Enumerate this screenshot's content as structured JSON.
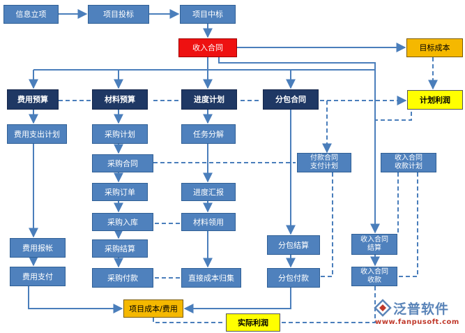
{
  "nodes": {
    "xinxi": "信息立项",
    "toubiao": "项目投标",
    "zhongbiao": "项目中标",
    "shouru_hetong": "收入合同",
    "mubiao_chengben": "目标成本",
    "feiyong_yusuan": "费用预算",
    "cailiao_yusuan": "材料预算",
    "jindu_jihua": "进度计划",
    "fenbao_hetong": "分包合同",
    "jihua_lirun": "计划利润",
    "feiyong_zhichu": "费用支出计划",
    "caigou_jihua": "采购计划",
    "renwu_fenjie": "任务分解",
    "caigou_hetong": "采购合同",
    "fukuan_hetong": "付款合同\n支付计划",
    "shoukuan_jihua": "收入合同\n收款计划",
    "caigou_dingdan": "采购订单",
    "jindu_huibao": "进度汇报",
    "caigou_ruku": "采购入库",
    "cailiao_lingyong": "材料领用",
    "feiyong_baozhang": "费用报帐",
    "caigou_jiesuan": "采购结算",
    "fenbao_jiesuan": "分包结算",
    "shouru_jiesuan": "收入合同\n结算",
    "feiyong_zhifu": "费用支付",
    "caigou_fukuan": "采购付款",
    "zhijie_chengben": "直接成本归集",
    "fenbao_fukuan": "分包付款",
    "shouru_shoukuan": "收入合同\n收款",
    "xiangmu_chengben": "项目成本/费用",
    "shiji_lirun": "实际利润"
  },
  "logo": {
    "name": "泛普软件",
    "url": "www.fanpusoft.com"
  },
  "colors": {
    "blue": "#4f81bd",
    "dark_blue": "#1f3864",
    "red": "#ee1111",
    "orange": "#f5b800",
    "yellow": "#ffff00",
    "line": "#4a7ebb"
  }
}
